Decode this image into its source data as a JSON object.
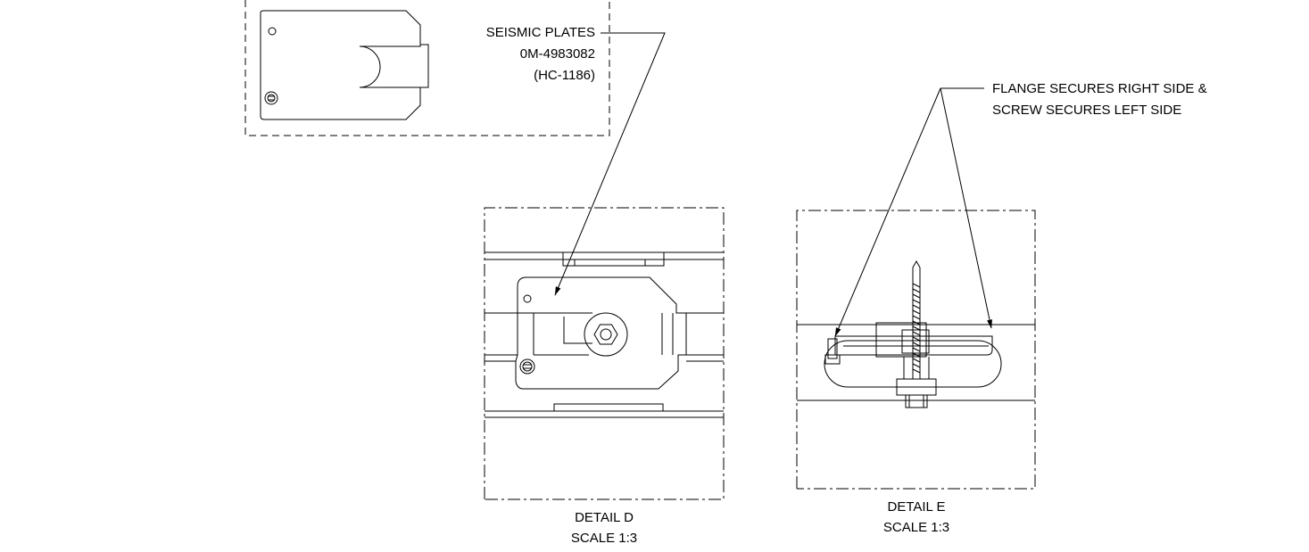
{
  "callouts": {
    "seismic_plates": {
      "line1": "SEISMIC PLATES",
      "line2": "0M-4983082",
      "line3": "(HC-1186)"
    },
    "flange_note": {
      "line1": "FLANGE SECURES RIGHT SIDE &",
      "line2": "SCREW SECURES LEFT SIDE"
    }
  },
  "details": {
    "d": {
      "title": "DETAIL D",
      "scale": "SCALE 1:3"
    },
    "e": {
      "title": "DETAIL E",
      "scale": "SCALE 1:3"
    }
  },
  "colors": {
    "ink": "#000000",
    "paper": "#ffffff"
  }
}
